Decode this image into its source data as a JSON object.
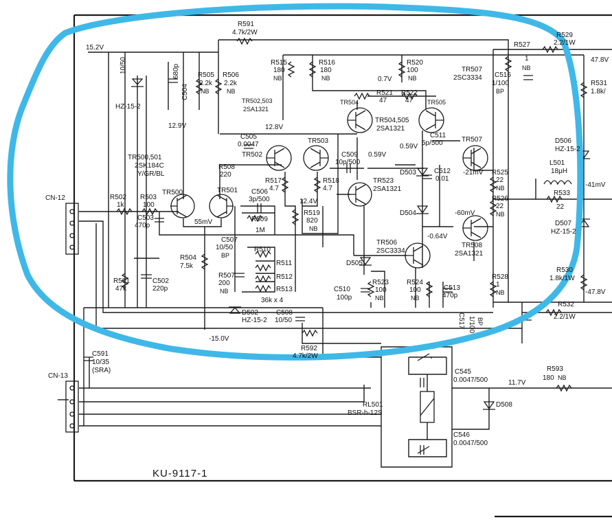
{
  "board_label": "KU-9117-1",
  "connectors": [
    {
      "id": "cn12",
      "label": "CN-12"
    },
    {
      "id": "cn13",
      "label": "CN-13"
    }
  ],
  "voltages": {
    "v15_2": "15.2V",
    "v12_9": "12.9V",
    "v12_8": "12.8V",
    "v12_4": "12.4V",
    "v55mv": "55mV",
    "v0_7": "0.7V",
    "v0_59a": "0.59V",
    "v0_59b": "0.59V",
    "vm21": "-21mV",
    "vm60": "-60mV",
    "vm0_64": "-0.64V",
    "vm15": "-15.0V",
    "v47_8": "47.8V",
    "vm47_8": "-47.8V",
    "vm41": "-41mV",
    "v11_7": "11.7V"
  },
  "transistors": {
    "tr500": "TR500",
    "tr501": "TR501",
    "tr500_501_part": "TR500,501",
    "tr500_501_type": "2SK184C",
    "tr500_501_grade": "Y/GR/BL",
    "tr502": "TR502",
    "tr503": "TR503",
    "tr502_503_part": "TR502,503",
    "tr502_503_type": "2SA1321",
    "tr504": "TR504",
    "tr505": "TR505",
    "tr504_505_part": "TR504,505",
    "tr504_505_type": "2SA1321",
    "tr523": "TR523",
    "tr523_type": "2SA1321",
    "tr506": "TR506",
    "tr506_type": "2SC3334",
    "tr507_top": "TR507",
    "tr507_top_type": "2SC3334",
    "tr507": "TR507",
    "tr508": "TR508",
    "tr508_type": "2SA1321"
  },
  "resistors": {
    "r502": "R502",
    "r502_v": "1k",
    "r503": "R503",
    "r503_v": "100",
    "r501": "R501",
    "r501_v": "47k",
    "r504": "R504",
    "r504_v": "7.5k",
    "r505": "R505",
    "r505_v": "2.2k",
    "r505_nb": "NB",
    "r506": "R506",
    "r506_v": "2.2k",
    "r506_nb": "NB",
    "r507": "R507",
    "r507_v": "200",
    "r507_nb": "NB",
    "r508": "R508",
    "r508_v": "220",
    "r509": "R509",
    "r509_v": "1M",
    "r510": "R510",
    "r511": "R511",
    "r512": "R512",
    "r513": "R513",
    "r510_513_v": "36k x 4",
    "r515": "R515",
    "r515_v": "180",
    "r515_nb": "NB",
    "r516": "R516",
    "r516_v": "180",
    "r516_nb": "NB",
    "r517": "R517",
    "r517_v": "4.7",
    "r518": "R518",
    "r518_v": "4.7",
    "r519": "R519",
    "r519_v": "820",
    "r519_nb": "NB",
    "r520": "R520",
    "r520_v": "100",
    "r520_nb": "NB",
    "r521": "R521",
    "r521_v": "47",
    "r522": "R522",
    "r522_v": "47",
    "r523": "R523",
    "r523_v": "100",
    "r523_nb": "NB",
    "r524": "R524",
    "r524_v": "100",
    "r524_nb": "NB",
    "r525": "R525",
    "r525_v": "22",
    "r525_nb": "NB",
    "r526": "R526",
    "r526_v": "22",
    "r526_nb": "NB",
    "r527": "R527",
    "r527_v": "1",
    "r527_nb": "NB",
    "r528": "R528",
    "r528_v": "1",
    "r528_nb": "NB",
    "r529": "R529",
    "r529_v": "2.2/1W",
    "r530": "R530",
    "r530_v": "1.8k/1W",
    "r531": "R531",
    "r531_v": "1.8k/",
    "r532": "R532",
    "r532_v": "2.2/1W",
    "r533": "R533",
    "r533_v": "22",
    "r591": "R591",
    "r591_v": "4.7k/2W",
    "r592": "R592",
    "r592_v": "4.7k/2W",
    "r593": "R593",
    "r593_v": "180",
    "r593_nb": "NB"
  },
  "capacitors": {
    "c502": "C502",
    "c502_v": "220p",
    "c503": "C503",
    "c503_v": "470p",
    "c504": "C504",
    "c504_v": "680p",
    "c505": "C505",
    "c505_v": "0.0047",
    "c506": "C506",
    "c506_v": "3p/500",
    "c507": "C507",
    "c507_v": "10/50",
    "c507_bp": "BP",
    "c508": "C508",
    "c508_v": "10/50",
    "c509": "C509",
    "c509_v": "10p/500",
    "c510": "C510",
    "c510_v": "100p",
    "c511": "C511",
    "c511_v": "5p/500",
    "c512": "C512",
    "c512_v": "0.01",
    "c513": "C513",
    "c513_v": "470p",
    "c516": "C516",
    "c516_v": "1/100",
    "c516_bp": "BP",
    "c517": "C517",
    "c517_v": "1/100",
    "c517_bp": "BP",
    "c545": "C545",
    "c545_v": "0.0047/500",
    "c546": "C546",
    "c546_v": "0.0047/500",
    "c591": "C591",
    "c591_v": "10/35",
    "c591_sra": "(SRA)",
    "c_topleft_v": "10/50"
  },
  "diodes": {
    "d502": "D502",
    "d502_v": "HZ-15-2",
    "d503": "D503",
    "d504": "D504",
    "d505": "D505",
    "d506": "D506",
    "d506_v": "HZ-15-2",
    "d507": "D507",
    "d507_v": "HZ-15-2",
    "d508": "D508",
    "d_topleft_v": "HZ-15-2"
  },
  "others": {
    "l501": "L501",
    "l501_v": "18μH",
    "rl501": "RL501",
    "rl501_v": "BSR-h-12S"
  },
  "highlight_color": "#3fb8e8",
  "ink_color": "#1a1a1a"
}
